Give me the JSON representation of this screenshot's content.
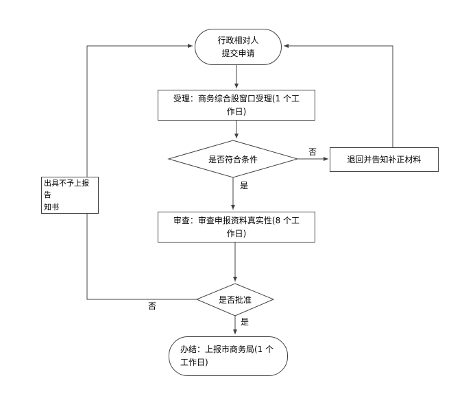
{
  "flowchart": {
    "nodes": {
      "start": "行政相对人\n提交申请",
      "accept": "受理：商务综合股窗口受理(1 个工\n作日)",
      "condition": "是否符合条件",
      "return_materials": "退回并告知补正材料",
      "notice": "出具不予上报告\n知书",
      "review": "审查：审查申报资料真实性(8 个工\n作日)",
      "approve": "是否批准",
      "finish": "办结：上报市商务局(1 个\n工作日)"
    },
    "edge_labels": {
      "condition_no": "否",
      "condition_yes": "是",
      "approve_no": "否",
      "approve_yes": "是"
    },
    "colors": {
      "stroke": "#404040",
      "background": "#ffffff"
    }
  }
}
